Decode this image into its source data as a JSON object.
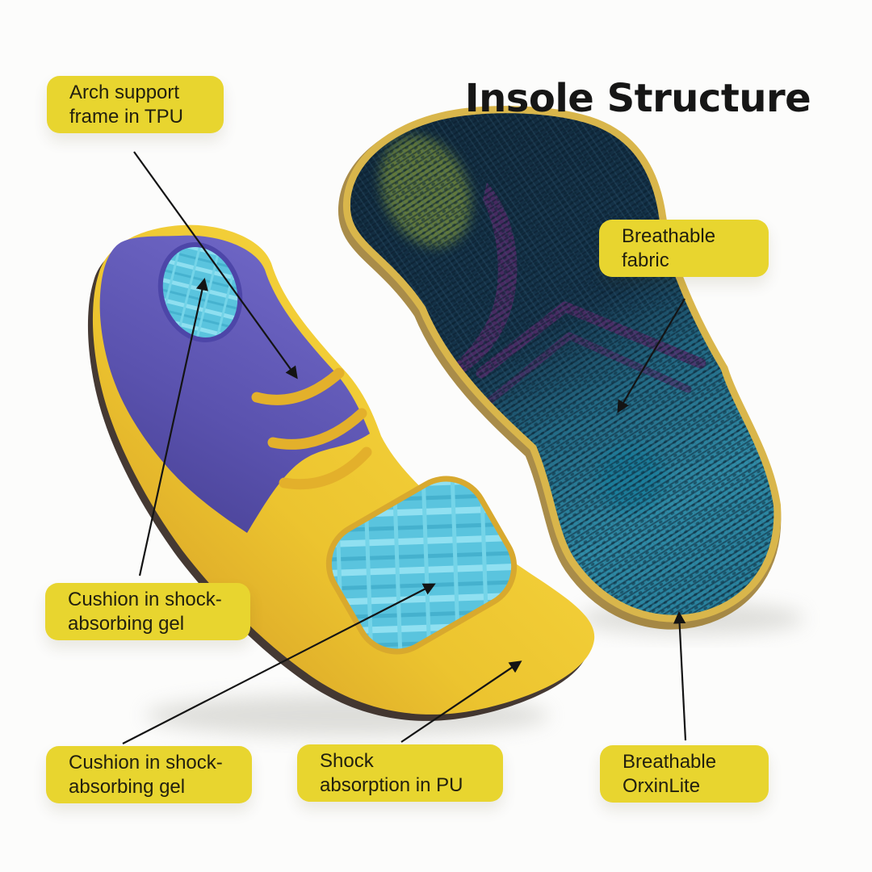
{
  "title": "Insole Structure",
  "colors": {
    "background": "#fcfcfb",
    "label_bg": "#e8d52f",
    "label_text": "#22200f",
    "title_color": "#161616",
    "leader_line": "#141414",
    "insole_yellow": "#ecc42f",
    "insole_purple": "#5a52ae",
    "gel_blue": "#5cc6df",
    "mesh_navy": "#15344b",
    "mesh_teal": "#2e8ba6",
    "mesh_purple_accent": "#552969",
    "rim_gold": "#d9b64b"
  },
  "annotations": {
    "arch_support": {
      "line1": "Arch support",
      "line2": "frame in TPU"
    },
    "breathable_fabric": {
      "line1": "Breathable",
      "line2": "fabric"
    },
    "cushion_heel": {
      "line1": "Cushion in shock-",
      "line2": "absorbing gel"
    },
    "cushion_forefoot": {
      "line1": "Cushion in shock-",
      "line2": "absorbing gel"
    },
    "shock_absorption": {
      "line1": "Shock",
      "line2": "absorption in PU"
    },
    "breathable_orxinlite": {
      "line1": "Breathable",
      "line2": "OrxinLite"
    }
  }
}
